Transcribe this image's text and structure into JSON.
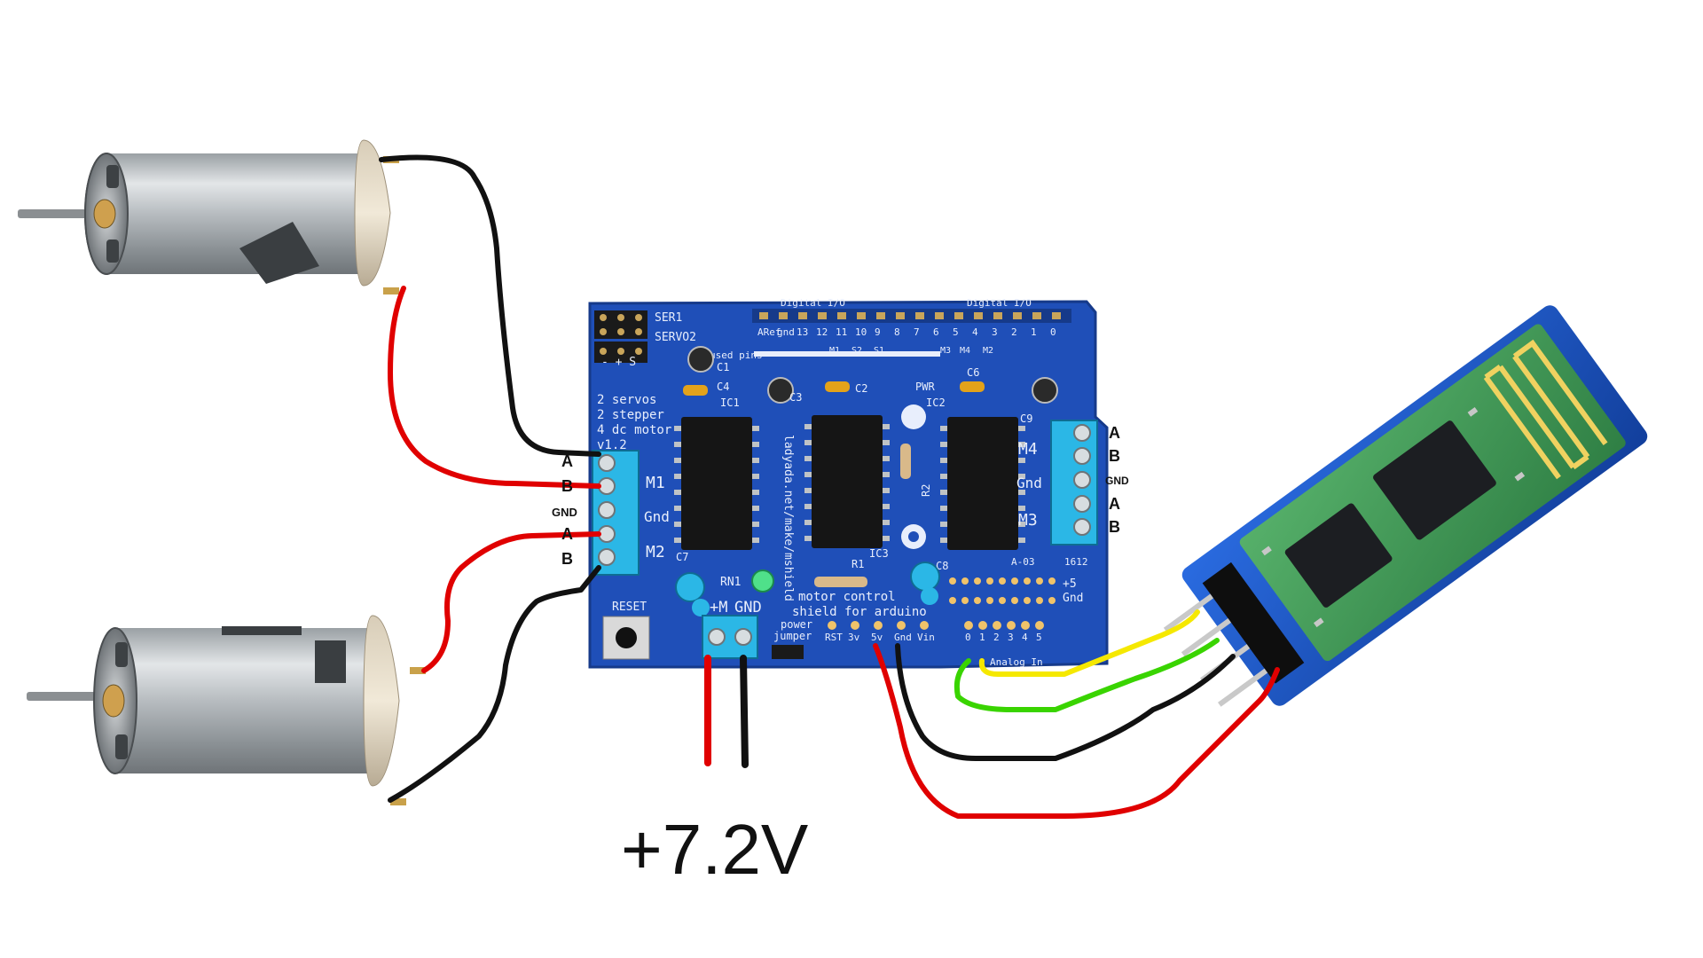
{
  "supply": {
    "label": "+7.2V"
  },
  "shield": {
    "headers": {
      "digital_left": "Digital I/O",
      "digital_right": "Digital I/O",
      "analog": "Analog In"
    },
    "pin_row_digital": [
      "ARef",
      "gnd",
      "13",
      "12",
      "11",
      "10",
      "9",
      "8",
      "7",
      "6",
      "5",
      "4",
      "3",
      "2",
      "1",
      "0"
    ],
    "pin_row_power": [
      "RST",
      "3v",
      "5v",
      "Gnd",
      "Vin"
    ],
    "pin_row_analog": [
      "0",
      "1",
      "2",
      "3",
      "4",
      "5"
    ],
    "servo_labels": [
      "SER1",
      "SERVO2"
    ],
    "servo_pins": "- + S",
    "description": [
      "2 servos",
      "2 stepper",
      "4 dc motor",
      "v1.2"
    ],
    "motor_ports": [
      "M1",
      "Gnd",
      "M2",
      "M4",
      "Gnd",
      "M3"
    ],
    "ext_power_labels": [
      "+M",
      "GND"
    ],
    "components": [
      "IC1",
      "IC2",
      "IC3",
      "C1",
      "C2",
      "C3",
      "C4",
      "C6",
      "C7",
      "C8",
      "C9",
      "R1",
      "R2",
      "RN1",
      "PWR",
      "RESET"
    ],
    "power_jumper": "power jumper",
    "url": "ladyada.net/make/mshield",
    "footer": [
      "motor control",
      "shield for arduino"
    ],
    "used_pins": "used pins",
    "used_pin_names": [
      "M1",
      "S2",
      "S1",
      "M3",
      "M4",
      "M2"
    ],
    "right_labels": [
      "+5",
      "Gnd"
    ],
    "badge": [
      "A-03",
      "1612"
    ]
  },
  "left_terminal_labels": [
    "A",
    "B",
    "GND",
    "A",
    "B"
  ],
  "right_terminal_labels": [
    "A",
    "B",
    "GND",
    "A",
    "B"
  ],
  "colors": {
    "wire_red": "#e00000",
    "wire_black": "#111111",
    "wire_yellow": "#f5e800",
    "wire_green": "#39d400",
    "pcb_blue": "#1f4fb8",
    "terminal_cyan": "#2bb7e6",
    "bt_blue": "#1a56c8"
  },
  "icons": [
    "dc-motor-icon",
    "motor-shield-board",
    "bluetooth-module-icon"
  ]
}
